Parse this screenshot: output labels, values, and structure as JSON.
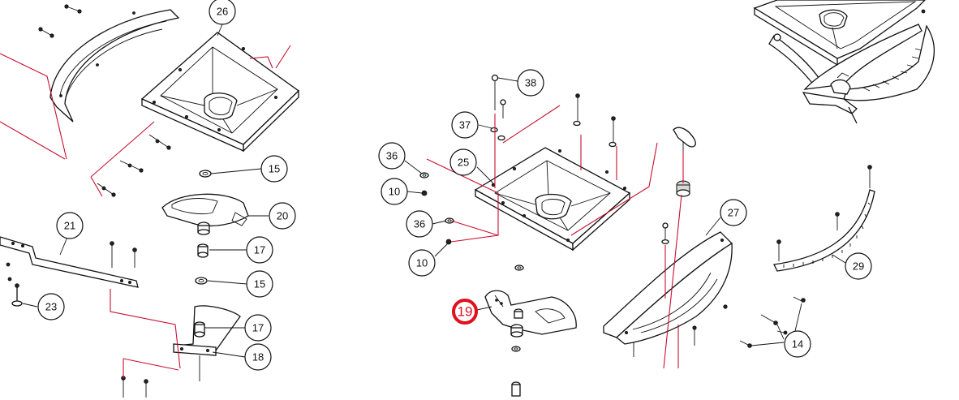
{
  "callouts": [
    {
      "label": "26",
      "highlighted": false
    },
    {
      "label": "15",
      "highlighted": false
    },
    {
      "label": "20",
      "highlighted": false
    },
    {
      "label": "21",
      "highlighted": false
    },
    {
      "label": "17",
      "highlighted": false
    },
    {
      "label": "15",
      "highlighted": false
    },
    {
      "label": "23",
      "highlighted": false
    },
    {
      "label": "17",
      "highlighted": false
    },
    {
      "label": "18",
      "highlighted": false
    },
    {
      "label": "38",
      "highlighted": false
    },
    {
      "label": "37",
      "highlighted": false
    },
    {
      "label": "36",
      "highlighted": false
    },
    {
      "label": "25",
      "highlighted": false
    },
    {
      "label": "10",
      "highlighted": false
    },
    {
      "label": "36",
      "highlighted": false
    },
    {
      "label": "10",
      "highlighted": false
    },
    {
      "label": "19",
      "highlighted": true
    },
    {
      "label": "27",
      "highlighted": false
    },
    {
      "label": "29",
      "highlighted": false
    },
    {
      "label": "14",
      "highlighted": false
    }
  ],
  "colors": {
    "line": "#111111",
    "leader": "#c8102e",
    "highlight": "#e0101c",
    "background": "#ffffff"
  }
}
